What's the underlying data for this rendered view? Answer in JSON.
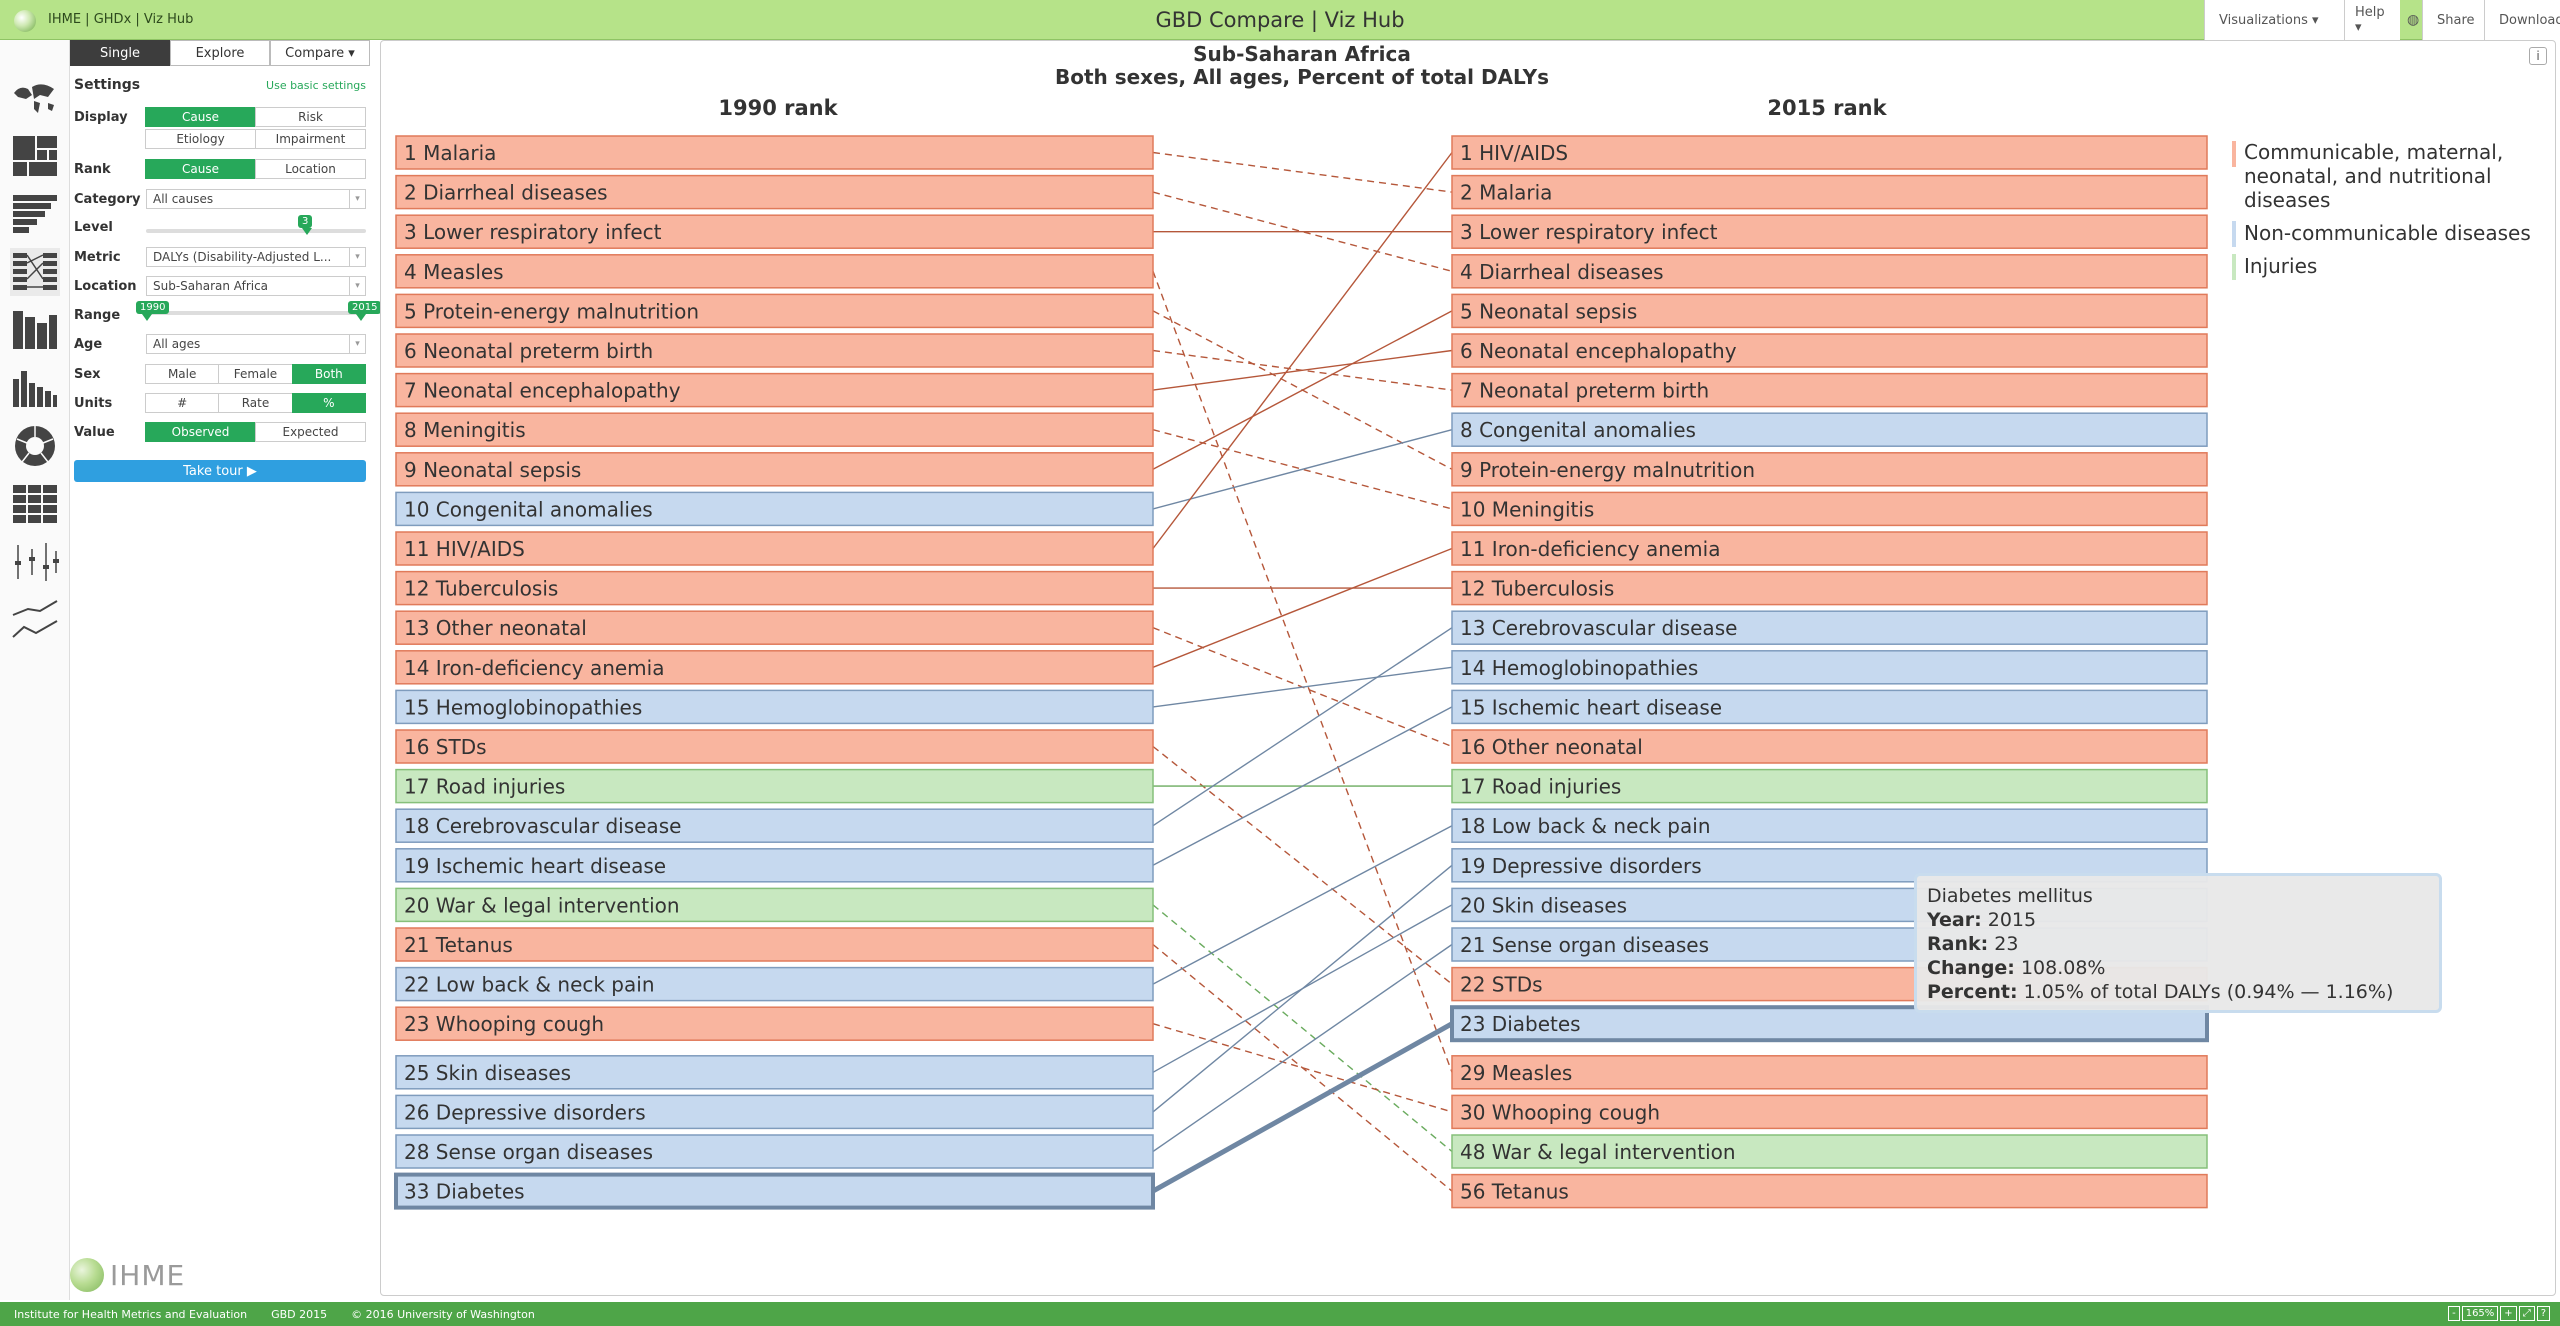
{
  "topbar": {
    "links": [
      "IHME",
      "GHDx",
      "Viz Hub"
    ],
    "title": "GBD Compare | Viz Hub",
    "menus": [
      "Visualizations ▾",
      "Help ▾",
      "Share",
      "Download"
    ]
  },
  "rail": {
    "icons": [
      "world-map-icon",
      "treemap-icon",
      "stacked-bar-icon",
      "arrow-diagram-icon",
      "pyramid-icon",
      "bar-chart-icon",
      "circular-icon",
      "heatmap-icon",
      "range-plot-icon",
      "line-chart-icon"
    ]
  },
  "settings": {
    "tabs": [
      "Single",
      "Explore",
      "Compare ▾"
    ],
    "heading": "Settings",
    "basic_link": "Use basic settings",
    "display_label": "Display",
    "display_options": [
      "Cause",
      "Risk",
      "Etiology",
      "Impairment"
    ],
    "rank_label": "Rank",
    "rank_options": [
      "Cause",
      "Location"
    ],
    "category_label": "Category",
    "category_value": "All causes",
    "level_label": "Level",
    "level_value": "3",
    "metric_label": "Metric",
    "metric_value": "DALYs (Disability-Adjusted L...",
    "location_label": "Location",
    "location_value": "Sub-Saharan Africa",
    "range_label": "Range",
    "range_start": "1990",
    "range_end": "2015",
    "age_label": "Age",
    "age_value": "All ages",
    "sex_label": "Sex",
    "sex_options": [
      "Male",
      "Female",
      "Both"
    ],
    "units_label": "Units",
    "units_options": [
      "#",
      "Rate",
      "%"
    ],
    "value_label": "Value",
    "value_options": [
      "Observed",
      "Expected"
    ],
    "tour_button": "Take tour ▶",
    "logo_text": "IHME"
  },
  "footer": {
    "items": [
      "Institute for Health Metrics and Evaluation",
      "GBD 2015",
      "© 2016 University of Washington"
    ],
    "zoom": [
      "-",
      "165%",
      "+",
      "⤢",
      "?"
    ]
  },
  "colors": {
    "communicable": "#f9b59f",
    "communicable_border": "#e07a5a",
    "ncd": "#c6d9ef",
    "ncd_border": "#7f9cbd",
    "injuries": "#c8e8c0",
    "injuries_border": "#86c07a"
  },
  "chart_data": {
    "type": "table",
    "title": "Sub-Saharan Africa",
    "subtitle": "Both sexes, All ages, Percent of total DALYs",
    "left_header": "1990 rank",
    "right_header": "2015 rank",
    "legend": [
      {
        "label": "Communicable, maternal,",
        "label2": "neonatal, and nutritional",
        "label3": "diseases",
        "group": "communicable"
      },
      {
        "label": "Non-communicable diseases",
        "group": "ncd"
      },
      {
        "label": "Injuries",
        "group": "injuries"
      }
    ],
    "left": [
      {
        "rank": 1,
        "name": "Malaria",
        "group": "communicable"
      },
      {
        "rank": 2,
        "name": "Diarrheal diseases",
        "group": "communicable"
      },
      {
        "rank": 3,
        "name": "Lower respiratory infect",
        "group": "communicable"
      },
      {
        "rank": 4,
        "name": "Measles",
        "group": "communicable"
      },
      {
        "rank": 5,
        "name": "Protein-energy malnutrition",
        "group": "communicable"
      },
      {
        "rank": 6,
        "name": "Neonatal preterm birth",
        "group": "communicable"
      },
      {
        "rank": 7,
        "name": "Neonatal encephalopathy",
        "group": "communicable"
      },
      {
        "rank": 8,
        "name": "Meningitis",
        "group": "communicable"
      },
      {
        "rank": 9,
        "name": "Neonatal sepsis",
        "group": "communicable"
      },
      {
        "rank": 10,
        "name": "Congenital anomalies",
        "group": "ncd"
      },
      {
        "rank": 11,
        "name": "HIV/AIDS",
        "group": "communicable"
      },
      {
        "rank": 12,
        "name": "Tuberculosis",
        "group": "communicable"
      },
      {
        "rank": 13,
        "name": "Other neonatal",
        "group": "communicable"
      },
      {
        "rank": 14,
        "name": "Iron-deficiency anemia",
        "group": "communicable"
      },
      {
        "rank": 15,
        "name": "Hemoglobinopathies",
        "group": "ncd"
      },
      {
        "rank": 16,
        "name": "STDs",
        "group": "communicable"
      },
      {
        "rank": 17,
        "name": "Road injuries",
        "group": "injuries"
      },
      {
        "rank": 18,
        "name": "Cerebrovascular disease",
        "group": "ncd"
      },
      {
        "rank": 19,
        "name": "Ischemic heart disease",
        "group": "ncd"
      },
      {
        "rank": 20,
        "name": "War & legal intervention",
        "group": "injuries"
      },
      {
        "rank": 21,
        "name": "Tetanus",
        "group": "communicable"
      },
      {
        "rank": 22,
        "name": "Low back & neck pain",
        "group": "ncd"
      },
      {
        "rank": 23,
        "name": "Whooping cough",
        "group": "communicable"
      },
      {
        "rank": 25,
        "name": "Skin diseases",
        "group": "ncd",
        "gap": true
      },
      {
        "rank": 26,
        "name": "Depressive disorders",
        "group": "ncd"
      },
      {
        "rank": 28,
        "name": "Sense organ diseases",
        "group": "ncd"
      },
      {
        "rank": 33,
        "name": "Diabetes",
        "group": "ncd",
        "selected": true
      }
    ],
    "right": [
      {
        "rank": 1,
        "name": "HIV/AIDS",
        "group": "communicable"
      },
      {
        "rank": 2,
        "name": "Malaria",
        "group": "communicable"
      },
      {
        "rank": 3,
        "name": "Lower respiratory infect",
        "group": "communicable"
      },
      {
        "rank": 4,
        "name": "Diarrheal diseases",
        "group": "communicable"
      },
      {
        "rank": 5,
        "name": "Neonatal sepsis",
        "group": "communicable"
      },
      {
        "rank": 6,
        "name": "Neonatal encephalopathy",
        "group": "communicable"
      },
      {
        "rank": 7,
        "name": "Neonatal preterm birth",
        "group": "communicable"
      },
      {
        "rank": 8,
        "name": "Congenital anomalies",
        "group": "ncd"
      },
      {
        "rank": 9,
        "name": "Protein-energy malnutrition",
        "group": "communicable"
      },
      {
        "rank": 10,
        "name": "Meningitis",
        "group": "communicable"
      },
      {
        "rank": 11,
        "name": "Iron-deficiency anemia",
        "group": "communicable"
      },
      {
        "rank": 12,
        "name": "Tuberculosis",
        "group": "communicable"
      },
      {
        "rank": 13,
        "name": "Cerebrovascular disease",
        "group": "ncd"
      },
      {
        "rank": 14,
        "name": "Hemoglobinopathies",
        "group": "ncd"
      },
      {
        "rank": 15,
        "name": "Ischemic heart disease",
        "group": "ncd"
      },
      {
        "rank": 16,
        "name": "Other neonatal",
        "group": "communicable"
      },
      {
        "rank": 17,
        "name": "Road injuries",
        "group": "injuries"
      },
      {
        "rank": 18,
        "name": "Low back & neck pain",
        "group": "ncd"
      },
      {
        "rank": 19,
        "name": "Depressive disorders",
        "group": "ncd"
      },
      {
        "rank": 20,
        "name": "Skin diseases",
        "group": "ncd"
      },
      {
        "rank": 21,
        "name": "Sense organ diseases",
        "group": "ncd"
      },
      {
        "rank": 22,
        "name": "STDs",
        "group": "communicable"
      },
      {
        "rank": 23,
        "name": "Diabetes",
        "group": "ncd",
        "selected": true
      },
      {
        "rank": 29,
        "name": "Measles",
        "group": "communicable",
        "gap": true
      },
      {
        "rank": 30,
        "name": "Whooping cough",
        "group": "communicable"
      },
      {
        "rank": 48,
        "name": "War & legal intervention",
        "group": "injuries"
      },
      {
        "rank": 56,
        "name": "Tetanus",
        "group": "communicable"
      }
    ]
  },
  "tooltip": {
    "title": "Diabetes mellitus",
    "year_label": "Year:",
    "year_value": "2015",
    "rank_label": "Rank:",
    "rank_value": "23",
    "change_label": "Change:",
    "change_value": "108.08%",
    "percent_label": "Percent:",
    "percent_value": "1.05% of total DALYs (0.94% — 1.16%)"
  }
}
